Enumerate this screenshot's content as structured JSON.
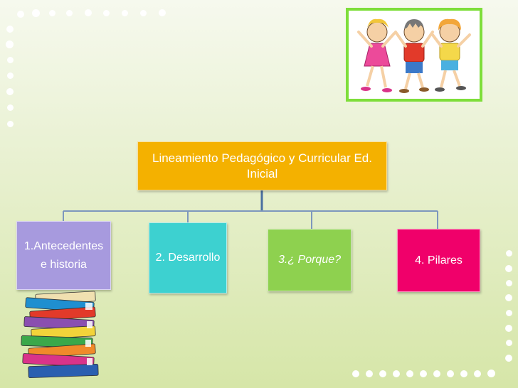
{
  "diagram": {
    "root": {
      "label": "Lineamiento Pedagógico y Curricular Ed. Inicial"
    },
    "children": [
      {
        "label_line1": "1.Antecedentes",
        "label_line2": "e historia"
      },
      {
        "label": "2. Desarrollo"
      },
      {
        "label": "3.¿ Porque?"
      },
      {
        "label": "4. Pilares"
      }
    ]
  },
  "colors": {
    "root": "#f4b100",
    "node1": "#a79ade",
    "node2": "#3dd1d0",
    "node3": "#8ed14f",
    "node4": "#f0006a",
    "connector": "#4a6fa0",
    "frame": "#7ede3a"
  },
  "images": {
    "top_right": "children-illustration",
    "bottom_left": "book-stack-illustration"
  }
}
